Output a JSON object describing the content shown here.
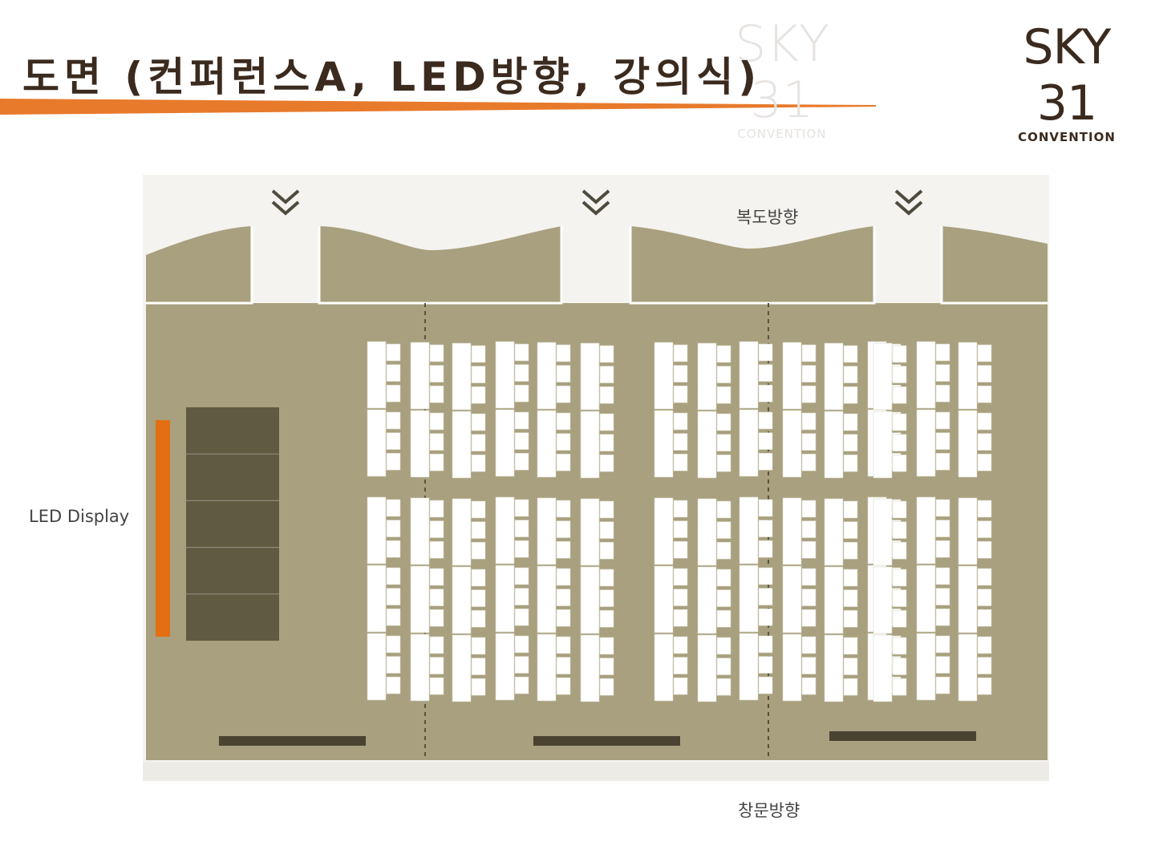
{
  "header": {
    "title": "도면 (컨퍼런스A, LED방향, 강의식)",
    "watermark": {
      "name": "SKY 31",
      "sub": "CONVENTION"
    },
    "logo": {
      "name": "SKY 31",
      "sub": "CONVENTION"
    }
  },
  "plan": {
    "led_display_label": "LED Display",
    "corridor_label": "복도방향",
    "window_label": "창문방향",
    "seating": {
      "groups_per_block": 3,
      "desk_columns_per_group": [
        6,
        6,
        3
      ],
      "blocks": [
        "upper",
        "lower"
      ],
      "desks_per_column_upper": 2,
      "desks_per_column_lower": 3,
      "chairs_per_desk": 3
    },
    "colors": {
      "room": "#a8a07e",
      "corridor_band": "#f4f3ef",
      "window_band": "#ecebe5",
      "stage": "#5f5a40",
      "led_display": "#e36f12",
      "desk": "#ffffff",
      "bench": "#4a4331",
      "divider": "#5a5340",
      "accent_line": "#e87a2c"
    }
  }
}
